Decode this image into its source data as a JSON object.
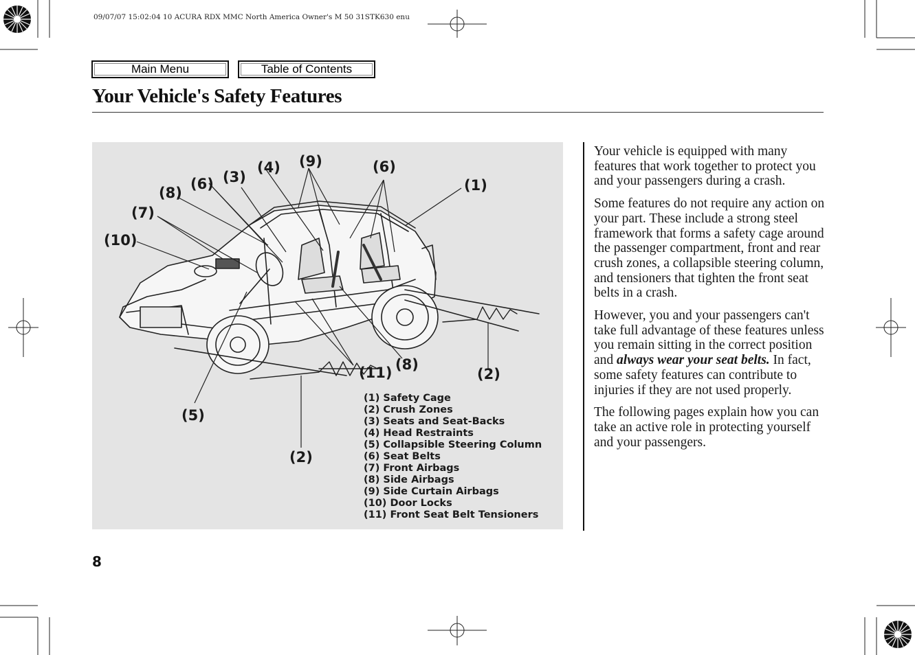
{
  "print_meta": "09/07/07 15:02:04   10 ACURA RDX MMC North America Owner's M 50 31STK630 enu",
  "nav": {
    "main_menu": "Main Menu",
    "table_of_contents": "Table of Contents"
  },
  "page": {
    "title": "Your Vehicle's Safety Features",
    "number": "8"
  },
  "figure": {
    "callouts": [
      "(1)",
      "(2)",
      "(2)",
      "(3)",
      "(4)",
      "(5)",
      "(6)",
      "(6)",
      "(7)",
      "(8)",
      "(8)",
      "(9)",
      "(10)",
      "(11)"
    ],
    "legend": [
      "(1) Safety Cage",
      "(2) Crush Zones",
      "(3) Seats and Seat-Backs",
      "(4) Head Restraints",
      "(5) Collapsible Steering Column",
      "(6) Seat Belts",
      "(7) Front Airbags",
      "(8) Side Airbags",
      "(9) Side Curtain Airbags",
      "(10) Door Locks",
      "(11) Front Seat Belt Tensioners"
    ]
  },
  "body": {
    "p1": "Your vehicle is equipped with many features that work together to protect you and your passengers during a crash.",
    "p2": "Some features do not require any action on your part. These include a strong steel framework that forms a safety cage around the passenger compartment, front and rear crush zones, a collapsible steering column, and tensioners that tighten the front seat belts in a crash.",
    "p3_before": "However, you and your passengers can't take full advantage of these features unless you remain sitting in the correct position and ",
    "p3_emph": "always wear your seat belts.",
    "p3_after": " In fact, some safety features can contribute to injuries if they are not used properly.",
    "p4": "The following pages explain how you can take an active role in protecting yourself and your passengers."
  }
}
